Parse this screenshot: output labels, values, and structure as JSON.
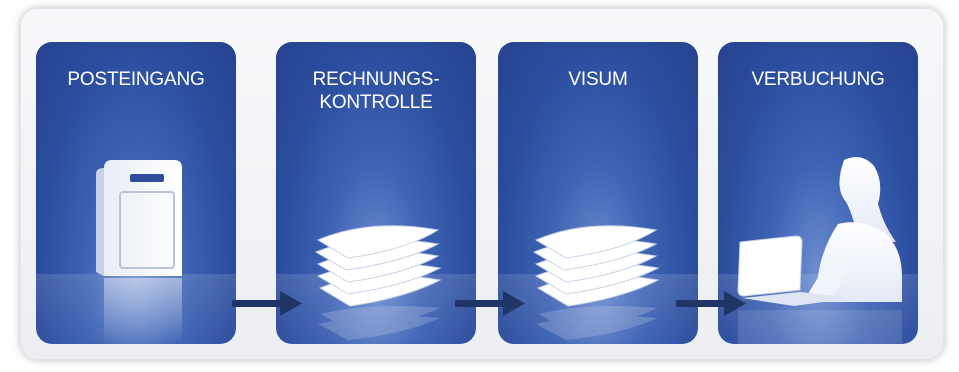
{
  "steps": [
    {
      "title_line1": "POSTEINGANG",
      "title_line2": "",
      "icon": "mailbox-icon"
    },
    {
      "title_line1": "RECHNUNGS-",
      "title_line2": "KONTROLLE",
      "icon": "paper-stack-icon"
    },
    {
      "title_line1": "VISUM",
      "title_line2": "",
      "icon": "paper-stack-icon"
    },
    {
      "title_line1": "VERBUCHUNG",
      "title_line2": "",
      "icon": "woman-at-laptop-icon"
    }
  ],
  "colors": {
    "panel": "#2b4c9d",
    "arrow": "#1f3566",
    "text": "#ffffff"
  }
}
